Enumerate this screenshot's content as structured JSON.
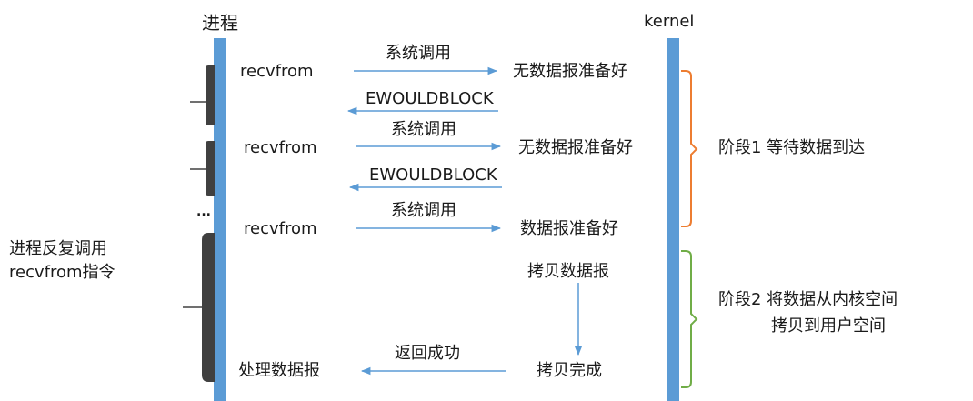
{
  "headers": {
    "process": "进程",
    "kernel": "kernel"
  },
  "colors": {
    "lane": "#5b9bd5",
    "arrow": "#5b9bd5",
    "block": "#404040",
    "stage1": "#ed7d31",
    "stage2": "#70ad47"
  },
  "rows": [
    {
      "call": "recvfrom",
      "request": "系统调用",
      "state": "无数据报准备好",
      "reply": "EWOULDBLOCK"
    },
    {
      "call": "recvfrom",
      "request": "系统调用",
      "state": "无数据报准备好",
      "reply": "EWOULDBLOCK"
    },
    {
      "call": "recvfrom",
      "request": "系统调用",
      "state": "数据报准备好"
    }
  ],
  "copy_step": "拷贝数据报",
  "copy_done": "拷贝完成",
  "return_label": "返回成功",
  "final_call": "处理数据报",
  "ellipsis": "...",
  "left_note": {
    "line1": "进程反复调用",
    "line2": "recvfrom指令"
  },
  "stage1": "阶段1 等待数据到达",
  "stage2": {
    "line1": "阶段2 将数据从内核空间",
    "line2": "拷贝到用户空间"
  }
}
